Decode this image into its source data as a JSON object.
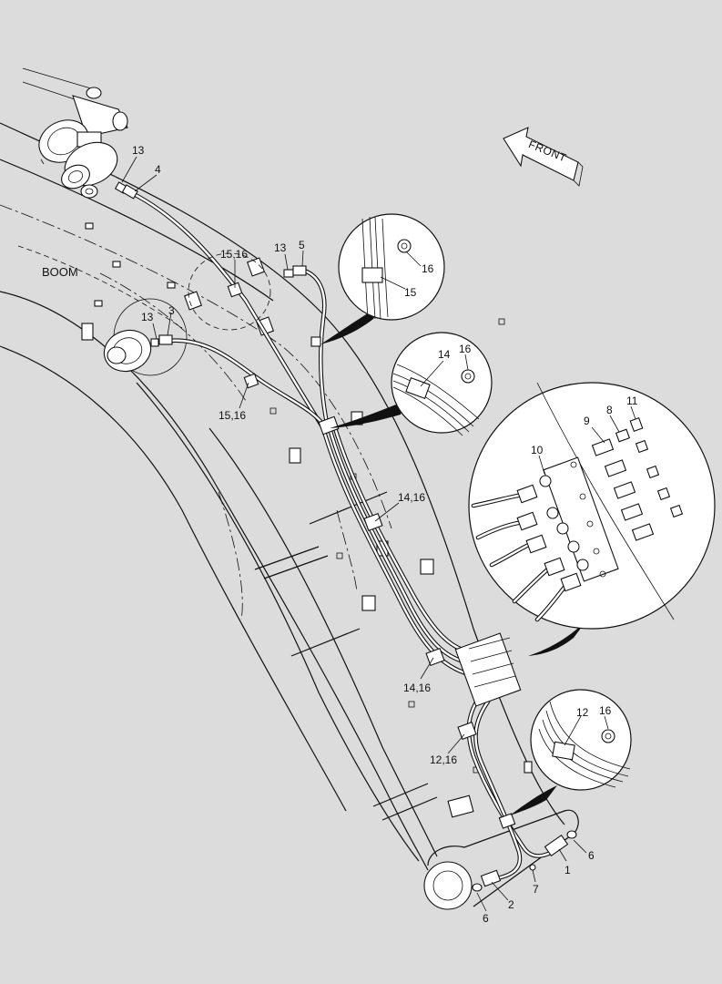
{
  "labels": {
    "boom": "BOOM",
    "front": "FRONT"
  },
  "callouts": {
    "c13a": "13",
    "c4": "4",
    "c13b": "13",
    "c5": "5",
    "c1516a": "15,16",
    "c13c": "13",
    "c3": "3",
    "c1516b": "15,16",
    "c16a": "16",
    "c15": "15",
    "c14": "14",
    "c16b": "16",
    "c1416a": "14,16",
    "c9": "9",
    "c8": "8",
    "c11": "11",
    "c10": "10",
    "c1416b": "14,16",
    "c12": "12",
    "c16c": "16",
    "c1216": "12,16",
    "c1": "1",
    "c6a": "6",
    "c7": "7",
    "c2": "2",
    "c6b": "6"
  },
  "colors": {
    "background": "#dcdcdc",
    "line": "#111111",
    "fill": "#ffffff"
  }
}
